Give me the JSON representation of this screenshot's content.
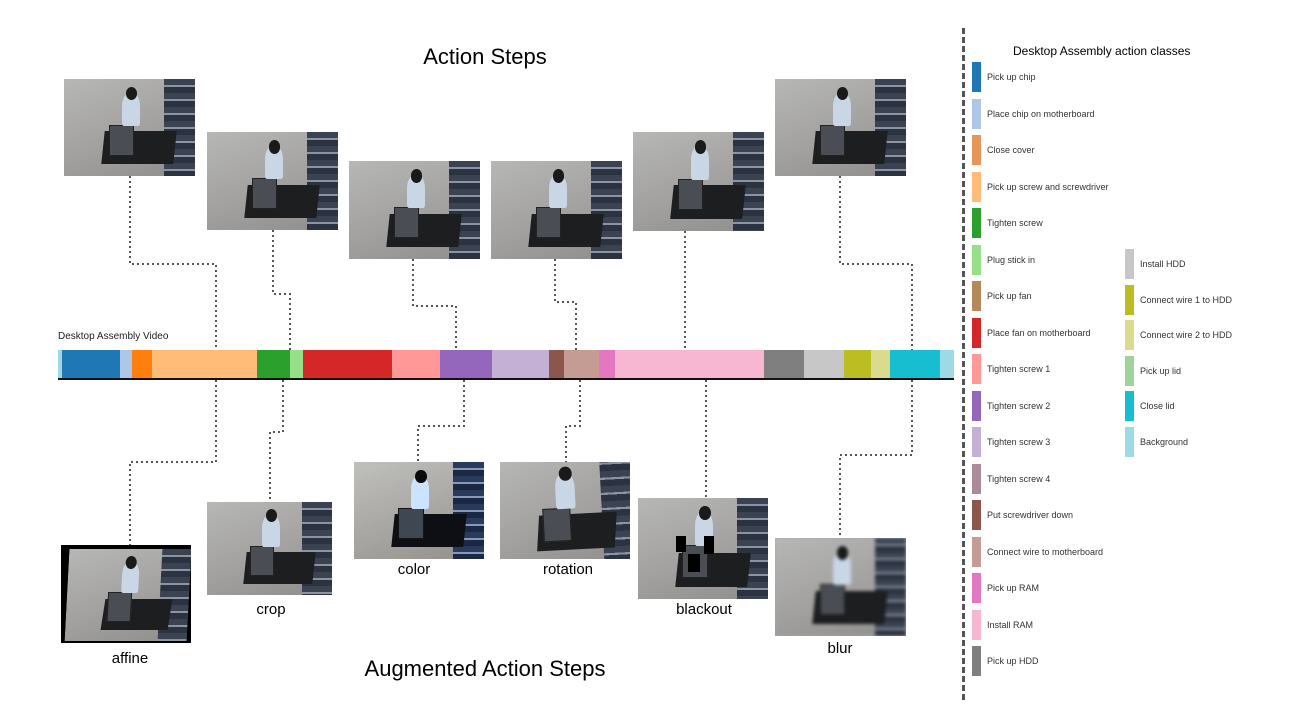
{
  "titles": {
    "top": "Action Steps",
    "bottom": "Augmented Action Steps",
    "timeline_label": "Desktop Assembly Video",
    "legend_title": "Desktop Assembly action classes"
  },
  "augmentations": [
    "affine",
    "crop",
    "color",
    "rotation",
    "blackout",
    "blur"
  ],
  "legend": {
    "col1": [
      {
        "label": "Pick up chip",
        "color": "#1f77b4"
      },
      {
        "label": "Place chip on motherboard",
        "color": "#aec7e8"
      },
      {
        "label": "Close cover",
        "color": "#e7965a"
      },
      {
        "label": "Pick up screw and screwdriver",
        "color": "#ffbb78"
      },
      {
        "label": "Tighten screw",
        "color": "#2ca02c"
      },
      {
        "label": "Plug stick in",
        "color": "#98df8a"
      },
      {
        "label": "Pick up fan",
        "color": "#b48a5a"
      },
      {
        "label": "Place fan on motherboard",
        "color": "#d62728"
      },
      {
        "label": "Tighten screw 1",
        "color": "#ff9896"
      },
      {
        "label": "Tighten screw 2",
        "color": "#9467bd"
      },
      {
        "label": "Tighten screw 3",
        "color": "#c5b0d5"
      },
      {
        "label": "Tighten screw 4",
        "color": "#ad8a9b"
      },
      {
        "label": "Put screwdriver down",
        "color": "#8c564b"
      },
      {
        "label": "Connect wire to motherboard",
        "color": "#c49c94"
      },
      {
        "label": "Pick up RAM",
        "color": "#e377c2"
      },
      {
        "label": "Install RAM",
        "color": "#f7b6d2"
      },
      {
        "label": "Pick up HDD",
        "color": "#7f7f7f"
      }
    ],
    "col2": [
      {
        "label": "Install HDD",
        "color": "#c7c7c7"
      },
      {
        "label": "Connect wire 1 to HDD",
        "color": "#bcbd22"
      },
      {
        "label": "Connect wire 2 to HDD",
        "color": "#dbdb8d"
      },
      {
        "label": "Pick up lid",
        "color": "#9fd39a"
      },
      {
        "label": "Close lid",
        "color": "#17becf"
      },
      {
        "label": "Background",
        "color": "#9edae5"
      }
    ]
  },
  "timeline_segments": [
    {
      "class": "Background",
      "color": "#9edae5",
      "share": 4
    },
    {
      "class": "Pick up chip",
      "color": "#1f77b4",
      "share": 58
    },
    {
      "class": "Place chip on motherboard",
      "color": "#aec7e8",
      "share": 12
    },
    {
      "class": "Close cover",
      "color": "#ff7f0e",
      "share": 20
    },
    {
      "class": "Pick up screw and screwdriver",
      "color": "#ffbb78",
      "share": 105
    },
    {
      "class": "Tighten screw",
      "color": "#2ca02c",
      "share": 33
    },
    {
      "class": "Plug stick in",
      "color": "#98df8a",
      "share": 13
    },
    {
      "class": "Place fan on motherboard",
      "color": "#d62728",
      "share": 89
    },
    {
      "class": "Tighten screw 1",
      "color": "#ff9896",
      "share": 48
    },
    {
      "class": "Tighten screw 2",
      "color": "#9467bd",
      "share": 52
    },
    {
      "class": "Tighten screw 3",
      "color": "#c5b0d5",
      "share": 57
    },
    {
      "class": "Put screwdriver down",
      "color": "#8c564b",
      "share": 15
    },
    {
      "class": "Connect wire to motherboard",
      "color": "#c49c94",
      "share": 35
    },
    {
      "class": "Pick up RAM",
      "color": "#e377c2",
      "share": 16
    },
    {
      "class": "Install RAM",
      "color": "#f7b6d2",
      "share": 149
    },
    {
      "class": "Pick up HDD",
      "color": "#7f7f7f",
      "share": 40
    },
    {
      "class": "Install HDD",
      "color": "#c7c7c7",
      "share": 40
    },
    {
      "class": "Connect wire 1 to HDD",
      "color": "#bcbd22",
      "share": 27
    },
    {
      "class": "Connect wire 2 to HDD",
      "color": "#dbdb8d",
      "share": 19
    },
    {
      "class": "Close lid",
      "color": "#17becf",
      "share": 50
    },
    {
      "class": "Background",
      "color": "#9edae5",
      "share": 14
    }
  ]
}
